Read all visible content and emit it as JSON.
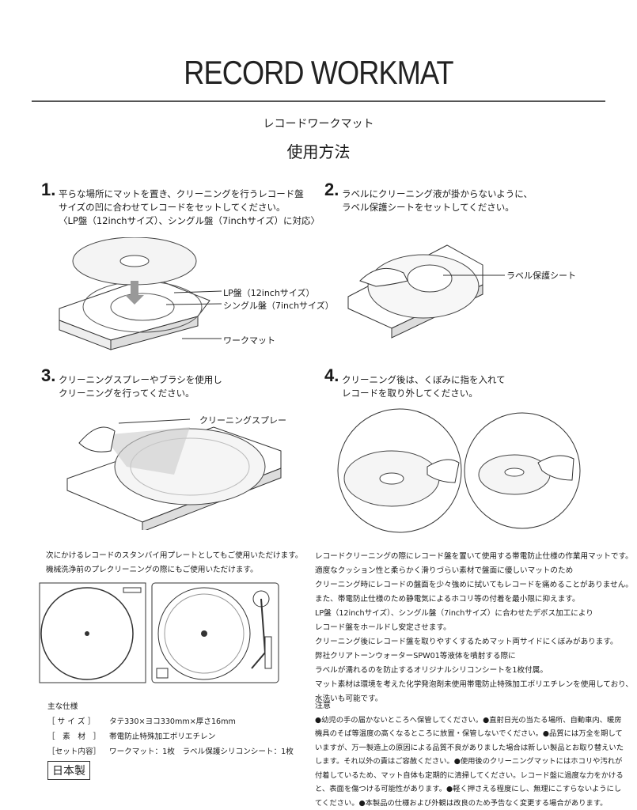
{
  "title": "RECORD WORKMAT",
  "subtitle": "レコードワークマット",
  "section": "使用方法",
  "steps": [
    {
      "num": "1.",
      "lines": [
        "平らな場所にマットを置き、クリーニングを行うレコード盤",
        "サイズの凹に合わせてレコードをセットしてください。",
        "〈LP盤（12inchサイズ）、シングル盤（7inchサイズ）に対応〉"
      ],
      "labels": [
        "LP盤（12inchサイズ）",
        "シングル盤（7inchサイズ）",
        "ワークマット"
      ]
    },
    {
      "num": "2.",
      "lines": [
        "ラベルにクリーニング液が掛からないように、",
        "ラベル保護シートをセットしてください。"
      ],
      "labels": [
        "ラベル保護シート"
      ]
    },
    {
      "num": "3.",
      "lines": [
        "クリーニングスプレーやブラシを使用し",
        "クリーニングを行ってください。"
      ],
      "labels": [
        "クリーニングスプレー"
      ]
    },
    {
      "num": "4.",
      "lines": [
        "クリーニング後は、くぼみに指を入れて",
        "レコードを取り外してください。"
      ],
      "labels": []
    }
  ],
  "standby": [
    "次にかけるレコードのスタンバイ用プレートとしてもご使用いただけます。",
    "機械洗浄前のプレクリーニングの際にもご使用いただけます。"
  ],
  "description": [
    "レコードクリーニングの際にレコード盤を置いて使用する帯電防止仕様の作業用マットです。",
    "適度なクッション性と柔らかく滑りづらい素材で盤面に優しいマットのため",
    "クリーニング時にレコードの盤面を少々強めに拭いてもレコードを痛めることがありません。",
    "また、帯電防止仕様のため静電気によるホコリ等の付着を最小限に抑えます。",
    "LP盤（12inchサイズ）、シングル盤（7inchサイズ）に合わせたデボス加工により",
    "レコード盤をホールドし安定させます。",
    "クリーニング後にレコード盤を取りやすくするためマット両サイドにくぼみがあります。",
    "弊社クリアトーンウォーターSPW01等液体を噴射する際に",
    "ラベルが濡れるのを防止するオリジナルシリコンシートを1枚付属。",
    "マット素材は環境を考えた化学発泡剤未使用帯電防止特殊加工ポリエチレンを使用しており、",
    "水洗いも可能です。"
  ],
  "specs": {
    "heading": "主な仕様",
    "rows": [
      [
        "［ サ イ ズ ］",
        "タテ330×ヨコ330mm×厚さ16mm"
      ],
      [
        "［　素　材　］",
        "帯電防止特殊加工ポリエチレン"
      ],
      [
        "［セット内容］",
        "ワークマット：1枚　ラベル保護シリコンシート：1枚"
      ]
    ]
  },
  "made_in": "日本製",
  "caution": {
    "heading": "注意",
    "text": "●幼児の手の届かないところへ保管してください。●直射日光の当たる場所、自動車内、暖房機具のそば等温度の高くなるところに放置・保管しないでください。●品質には万全を期していますが、万一製造上の原因による品質不良がありました場合は新しい製品とお取り替えいたします。それ以外の責はご容赦ください。●使用後のクリーニングマットにはホコリや汚れが付着しているため、マット自体も定期的に清掃してください。レコード盤に過度な力をかけると、表面を傷つける可能性があります。●軽く押さえる程度にし、無理にこすらないようにしてください。●本製品の仕様および外観は改良のため予告なく変更する場合があります。"
  }
}
